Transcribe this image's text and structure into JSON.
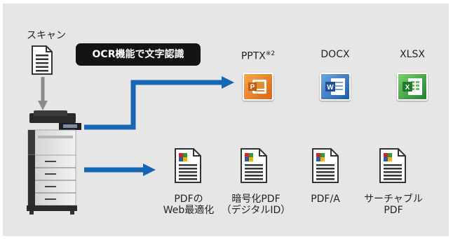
{
  "scan_label": "スキャン",
  "ocr_label": "OCR機能で文字認識",
  "office_outputs": [
    {
      "name": "PPTX",
      "note": "※2"
    },
    {
      "name": "DOCX",
      "note": ""
    },
    {
      "name": "XLSX",
      "note": ""
    }
  ],
  "pdf_outputs": [
    {
      "line1": "PDFの",
      "line2": "Web最適化"
    },
    {
      "line1": "暗号化PDF",
      "line2": "（デジタルID）"
    },
    {
      "line1": "PDF/A",
      "line2": ""
    },
    {
      "line1": "サーチャブル",
      "line2": "PDF"
    }
  ],
  "colors": {
    "background": "#e6e6e6",
    "arrow": "#1566b5",
    "pill": "#141414",
    "ppt": "#e57d1f",
    "word": "#2a6bbd",
    "excel": "#2f9a3d"
  }
}
